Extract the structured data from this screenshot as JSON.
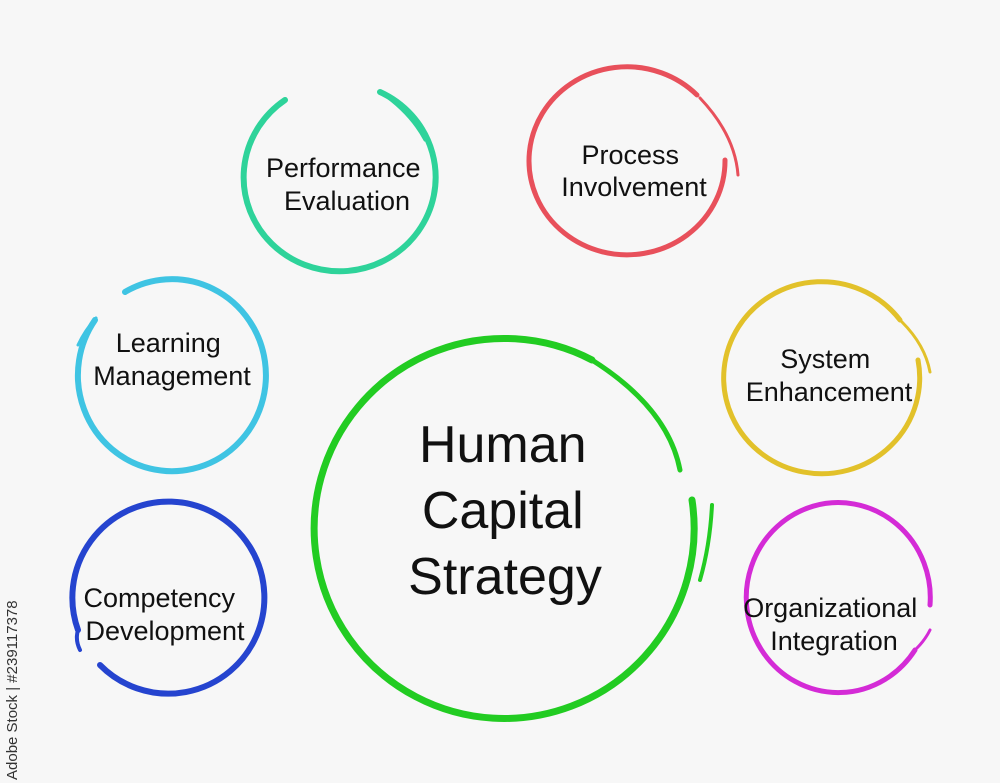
{
  "center": {
    "line1": "Human",
    "line2": "Capital",
    "line3": "Strategy",
    "color": "#22cc22"
  },
  "nodes": [
    {
      "id": "performance-evaluation",
      "line1": "Performance",
      "line2": "Evaluation",
      "color": "#2ed39a"
    },
    {
      "id": "process-involvement",
      "line1": "Process",
      "line2": "Involvement",
      "color": "#e8505b"
    },
    {
      "id": "learning-management",
      "line1": "Learning",
      "line2": "Management",
      "color": "#3fc4e3"
    },
    {
      "id": "system-enhancement",
      "line1": "System",
      "line2": "Enhancement",
      "color": "#e2c12a"
    },
    {
      "id": "competency-development",
      "line1": "Competency",
      "line2": "Development",
      "color": "#2544cf"
    },
    {
      "id": "organizational-integration",
      "line1": "Organizational",
      "line2": "Integration",
      "color": "#d42bd6"
    }
  ],
  "watermark": {
    "side_text": "Adobe Stock | #239117378"
  }
}
